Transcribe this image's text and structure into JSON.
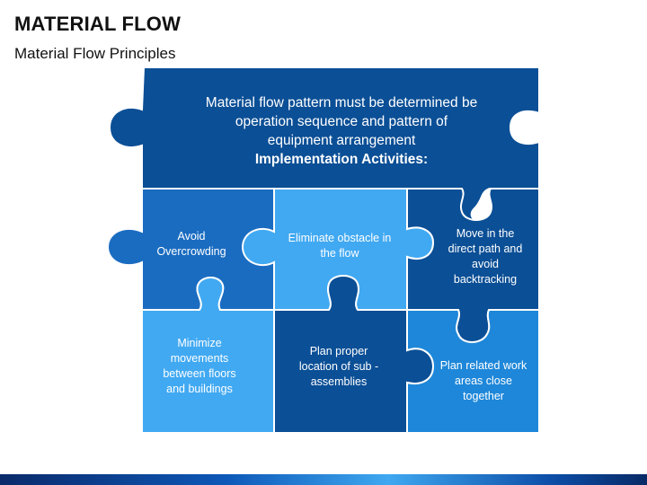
{
  "title": "MATERIAL FLOW",
  "subtitle": "Material Flow Principles",
  "header": {
    "line1": "Material flow pattern must be determined be",
    "line2": "operation sequence and pattern of",
    "line3": "equipment arrangement",
    "label": "Implementation Activities:"
  },
  "pieces": [
    {
      "text": "Avoid Overcrowding"
    },
    {
      "text": "Eliminate obstacle in the flow"
    },
    {
      "text": "Move in the direct path and avoid backtracking"
    },
    {
      "text": "Minimize movements between floors and buildings"
    },
    {
      "text": "Plan proper location of sub - assemblies"
    },
    {
      "text": "Plan related work areas close together"
    }
  ],
  "colors": {
    "header": "#0b4f96",
    "dark": "#1a6cc1",
    "light": "#41a9f2",
    "mid": "#1e87d9",
    "navy": "#0b4f96",
    "border": "#ffffff"
  }
}
